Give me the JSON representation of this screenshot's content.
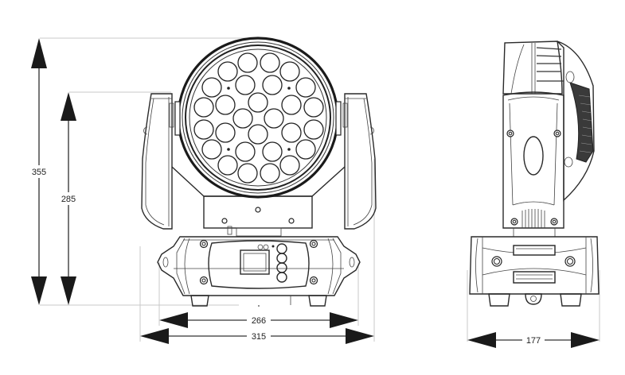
{
  "diagram": {
    "subject": "LED moving head fixture dimension drawing",
    "units": "mm",
    "views": {
      "front": {
        "label": "front-view",
        "led_count": 28,
        "display_panel": {
          "buttons": 4,
          "indicator_leds": 2
        }
      },
      "side": {
        "label": "side-view"
      }
    },
    "dimensions": {
      "total_height": "355",
      "yoke_height": "285",
      "base_width": "266",
      "total_width": "315",
      "depth": "177"
    },
    "colors": {
      "line": "#222222",
      "extension_line": "#c8c8c8",
      "arrow": "#1a1a1a",
      "background": "#ffffff"
    }
  }
}
